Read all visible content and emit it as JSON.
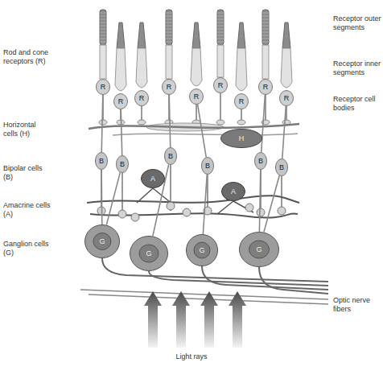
{
  "diagram": {
    "nodes": [
      {
        "text": [
          "R"
        ]
      },
      {
        "text": [
          "R"
        ]
      },
      {
        "text": [
          "R"
        ]
      },
      {
        "text": [
          "R"
        ]
      },
      {
        "text": [
          "R"
        ]
      },
      {
        "text": [
          "R"
        ]
      },
      {
        "text": [
          "R"
        ]
      },
      {
        "text": [
          "R"
        ]
      },
      {
        "text": [
          "R"
        ]
      },
      {
        "text": [
          "H"
        ]
      },
      {
        "text": [
          "B"
        ]
      },
      {
        "text": [
          "B"
        ]
      },
      {
        "text": [
          "B"
        ]
      },
      {
        "text": [
          "B"
        ]
      },
      {
        "text": [
          "B"
        ]
      },
      {
        "text": [
          "B"
        ]
      },
      {
        "text": [
          "A"
        ]
      },
      {
        "text": [
          "A"
        ]
      },
      {
        "text": [
          "G"
        ]
      },
      {
        "text": [
          "G"
        ]
      },
      {
        "text": [
          "G"
        ]
      },
      {
        "text": [
          "G"
        ]
      }
    ],
    "edges": [
      {
        "from": 0,
        "to": 10,
        "arrow": "none"
      },
      {
        "from": 1,
        "to": 11,
        "arrow": "none"
      },
      {
        "from": 3,
        "to": 12,
        "arrow": "none"
      },
      {
        "from": 4,
        "to": 13,
        "arrow": "none"
      },
      {
        "from": 7,
        "to": 14,
        "arrow": "none"
      },
      {
        "from": 8,
        "to": 15,
        "arrow": "none"
      },
      {
        "from": 10,
        "to": 18,
        "arrow": "none"
      },
      {
        "from": 11,
        "to": 18,
        "arrow": "none"
      },
      {
        "from": 12,
        "to": 19,
        "arrow": "none"
      },
      {
        "from": 13,
        "to": 20,
        "arrow": "none"
      },
      {
        "from": 14,
        "to": 21,
        "arrow": "none"
      },
      {
        "from": 15,
        "to": 21,
        "arrow": "none"
      }
    ],
    "labels": [
      "Rod and cone receptors (R)",
      "Horizontal cells (H)",
      "Bipolar cells (B)",
      "Amacrine cells (A)",
      "Ganglion cells (G)",
      "Receptor outer segments",
      "Receptor inner segments",
      "Receptor cell bodies",
      "Optic nerve fibers",
      "Light rays"
    ]
  }
}
